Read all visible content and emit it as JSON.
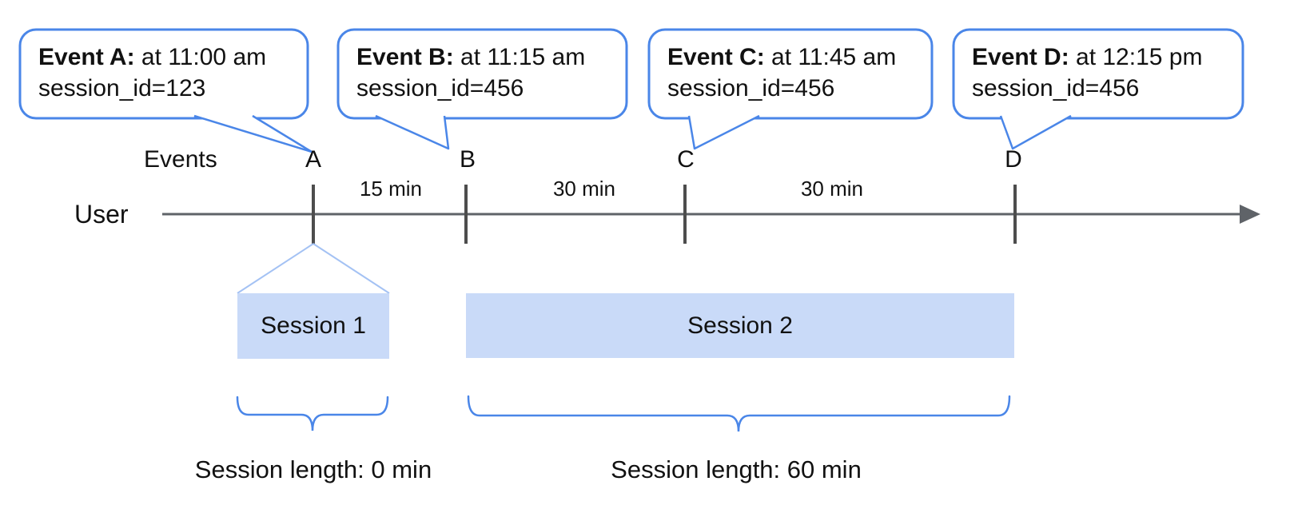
{
  "axis": {
    "events_label": "Events",
    "user_label": "User"
  },
  "events": [
    {
      "letter": "A",
      "callout_title": "Event A:",
      "callout_time": " at 11:00 am",
      "callout_session": "session_id=123"
    },
    {
      "letter": "B",
      "callout_title": "Event B:",
      "callout_time": " at 11:15 am",
      "callout_session": "session_id=456"
    },
    {
      "letter": "C",
      "callout_title": "Event C:",
      "callout_time": " at 11:45 am",
      "callout_session": "session_id=456"
    },
    {
      "letter": "D",
      "callout_title": "Event D:",
      "callout_time": " at 12:15 pm",
      "callout_session": "session_id=456"
    }
  ],
  "intervals": [
    {
      "label": "15 min"
    },
    {
      "label": "30 min"
    },
    {
      "label": "30 min"
    }
  ],
  "sessions": [
    {
      "label": "Session 1",
      "length": "Session length: 0 min"
    },
    {
      "label": "Session 2",
      "length": "Session length: 60 min"
    }
  ],
  "colors": {
    "callout_border": "#4a86e8",
    "brace": "#4a86e8",
    "funnel_line": "#a4c2f4",
    "session_fill": "#c9daf8",
    "timeline_gray": "#5f6368",
    "tick_gray": "#4d4d4d",
    "text": "#111111"
  }
}
